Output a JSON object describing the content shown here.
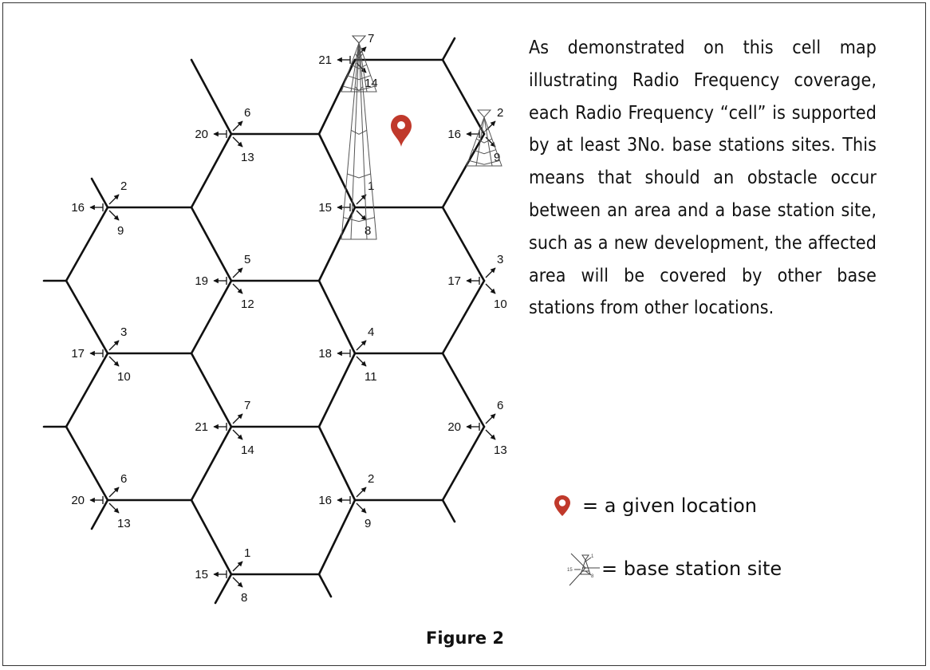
{
  "description": "As demonstrated on this cell map illustrating Radio Frequency coverage, each Radio Frequency “cell” is supported by at least 3No. base stations sites. This means that should an obstacle occur between an area and a base station site, such as a new development, the affected area will be covered by other base stations from other locations.",
  "legend": {
    "location_label": "= a given location",
    "location_icon": "map-pin-icon",
    "base_station_label": "= base station site",
    "base_station_icon": "base-station-icon"
  },
  "caption": "Figure 2",
  "colors": {
    "pin": "#c0392b",
    "lines": "#111111"
  },
  "sites": [
    {
      "left": "20",
      "top": "6",
      "bottom": "13"
    },
    {
      "left": "16",
      "top": "2",
      "bottom": "9"
    },
    {
      "left": "19",
      "top": "5",
      "bottom": "12"
    },
    {
      "left": "17",
      "top": "3",
      "bottom": "10"
    },
    {
      "left": "21",
      "top": "7",
      "bottom": "14"
    },
    {
      "left": "20",
      "top": "6",
      "bottom": "13"
    },
    {
      "left": "15",
      "top": "1",
      "bottom": "8"
    },
    {
      "left": "15",
      "top": "1",
      "bottom": "8"
    },
    {
      "left": "18",
      "top": "4",
      "bottom": "11"
    },
    {
      "left": "16",
      "top": "2",
      "bottom": "9"
    },
    {
      "left": "17",
      "top": "3",
      "bottom": "10"
    },
    {
      "left": "20",
      "top": "6",
      "bottom": "13"
    },
    {
      "left": "21",
      "top": "7",
      "bottom": "14"
    },
    {
      "left": "16",
      "top": "2",
      "bottom": "9"
    }
  ]
}
